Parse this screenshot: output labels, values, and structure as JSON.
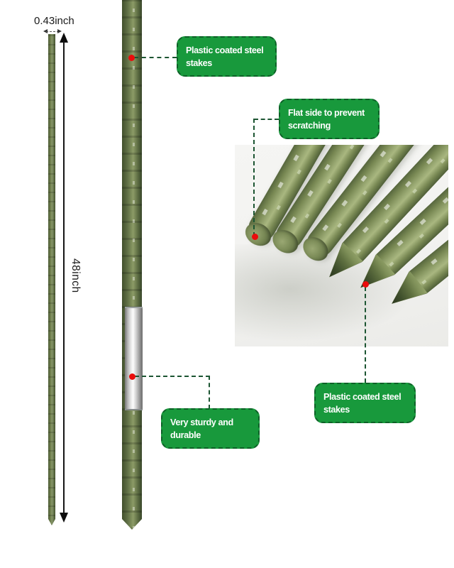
{
  "colors": {
    "box_green": "#18993c",
    "box_border": "#0e6128",
    "leader": "#1c5532",
    "red_dot": "#ea0c0c",
    "ink": "#1a1a1a",
    "photo_bg": "#f2f2f0"
  },
  "measurements": {
    "diameter": "0.43inch",
    "length": "48inch"
  },
  "callouts": [
    {
      "lines": [
        "Plastic coated steel",
        "stakes"
      ]
    },
    {
      "lines": [
        "Flat side to prevent",
        "scratching"
      ]
    },
    {
      "lines": [
        "Very sturdy and",
        "durable"
      ]
    },
    {
      "lines": [
        "Plastic coated steel",
        "stakes"
      ]
    }
  ]
}
